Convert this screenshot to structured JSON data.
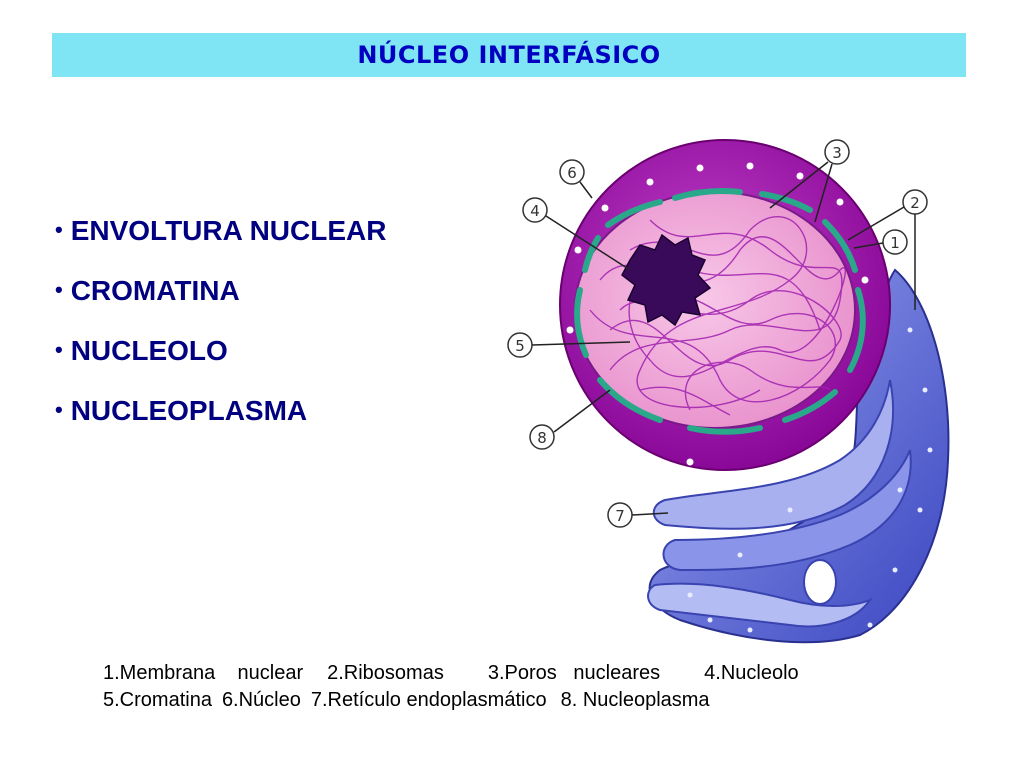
{
  "title": "NÚCLEO INTERFÁSICO",
  "bullets": [
    "ENVOLTURA NUCLEAR",
    "CROMATINA",
    "NUCLEOLO",
    "NUCLEOPLASMA"
  ],
  "diagram": {
    "callouts": [
      "1",
      "2",
      "3",
      "4",
      "5",
      "6",
      "7",
      "8"
    ],
    "colors": {
      "envelope": "#9a10a8",
      "nucleoplasm": "#f0a8d8",
      "chromatin": "#a020b0",
      "nucleolus": "#3a0a5a",
      "ribosome_band": "#2aa88a",
      "reticulum": "#5a6ad8",
      "title_bar": "#7fe5f5",
      "title_text": "#0000c0"
    }
  },
  "legend": {
    "row1": [
      "1.Membrana    nuclear",
      "2.Ribosomas",
      "3.Poros   nucleares",
      "4.Nucleolo"
    ],
    "row2": [
      "5.Cromatina",
      "6.Núcleo",
      "7.Retículo endoplasmático",
      "8. Nucleoplasma"
    ]
  }
}
